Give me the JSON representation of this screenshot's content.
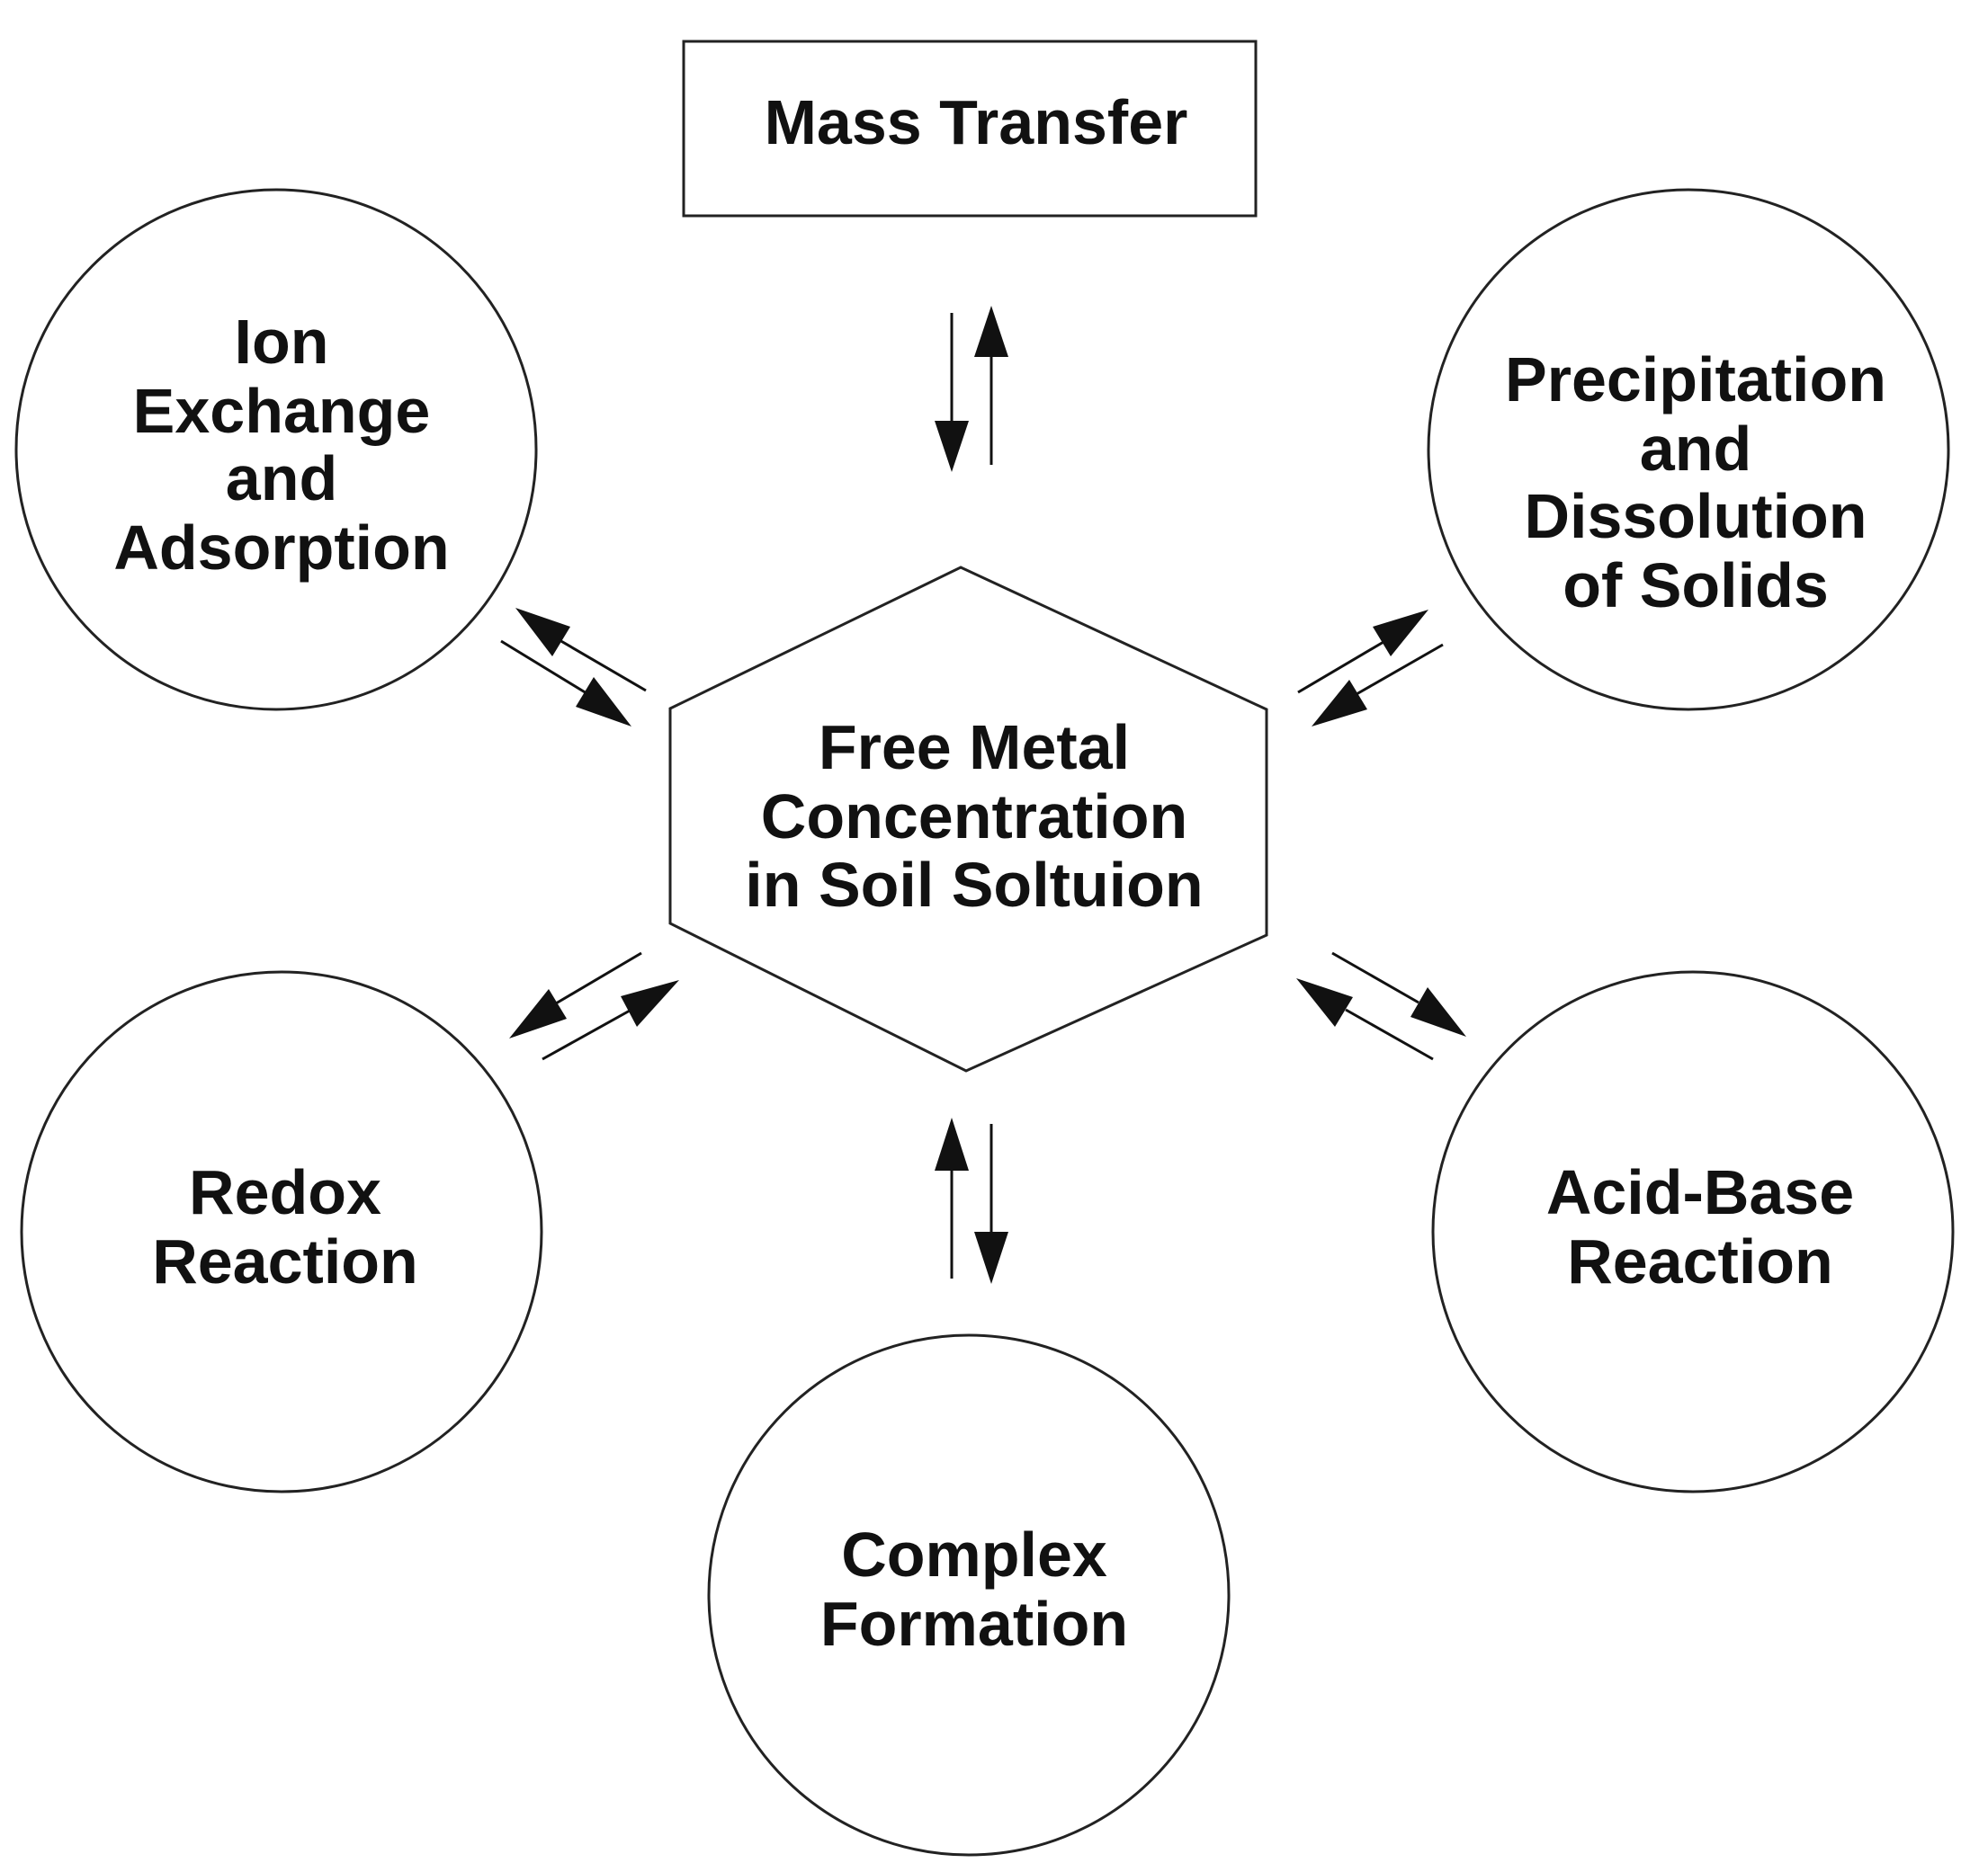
{
  "diagram": {
    "center": {
      "lines": [
        "Free Metal",
        "Concentration",
        "in Soil Soltuion"
      ]
    },
    "mass_transfer": {
      "lines": [
        "Mass Transfer"
      ]
    },
    "ion_exchange": {
      "lines": [
        "Ion",
        "Exchange",
        "and",
        "Adsorption"
      ]
    },
    "precipitation": {
      "lines": [
        "Precipitation",
        "and",
        "Dissolution",
        "of Solids"
      ]
    },
    "redox": {
      "lines": [
        "Redox",
        "Reaction"
      ]
    },
    "acid_base": {
      "lines": [
        "Acid-Base",
        "Reaction"
      ]
    },
    "complex": {
      "lines": [
        "Complex",
        "Formation"
      ]
    }
  },
  "colors": {
    "stroke": "#222222",
    "text": "#111111",
    "background": "#ffffff"
  }
}
